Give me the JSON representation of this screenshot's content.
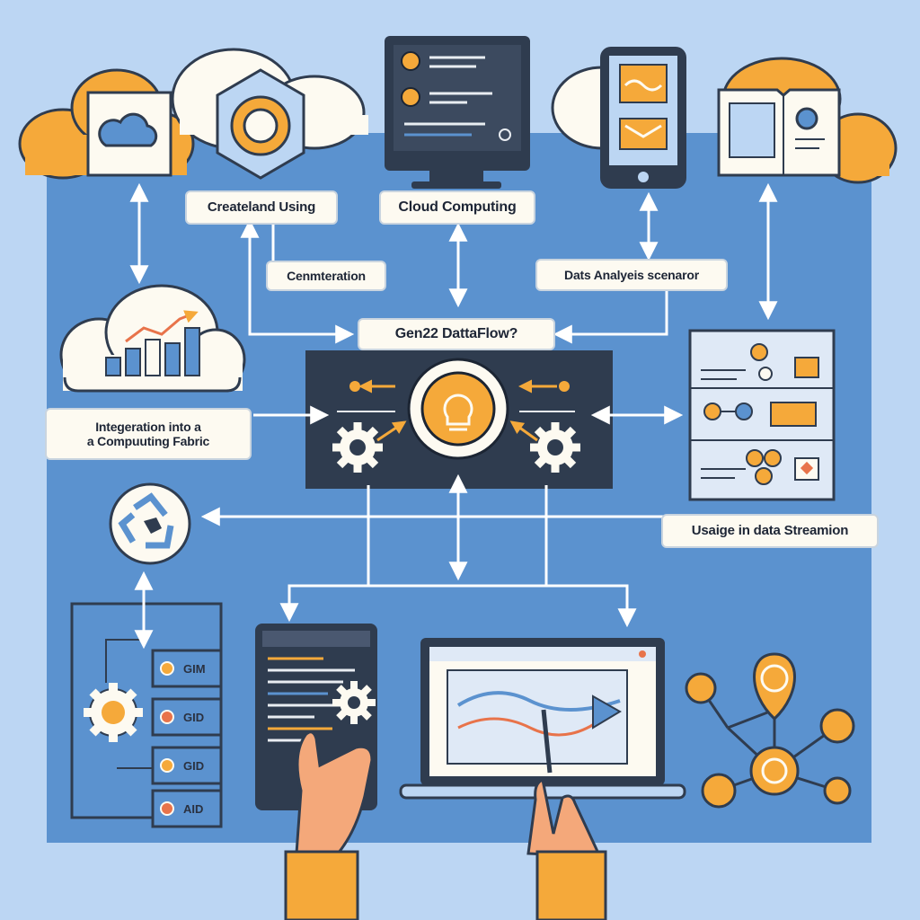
{
  "labels": {
    "create_using": "Createland Using",
    "cloud_computing": "Cloud Computing",
    "configuration": "Cenmteration",
    "data_analysis": "Dats Analyeis scenaror",
    "dataflow_title": "Gen22 DattaFlow?",
    "integration": "Integeration into a\na Compuuting Fabric",
    "usage": "Usaige in data Streamion"
  },
  "gid_list": [
    "GIM",
    "GID",
    "GID",
    "AID"
  ],
  "colors": {
    "background": "#bcd6f3",
    "panel": "#5b92cf",
    "dark": "#2f3c4f",
    "accent": "#f5a93a",
    "cream": "#fdfaf1"
  },
  "icons": [
    "cloud-icon",
    "gear-icon",
    "monitor-icon",
    "tablet-icon",
    "book-icon",
    "bar-chart-icon",
    "lightbulb-icon",
    "recycle-icon",
    "laptop-icon",
    "network-icon",
    "hand-icon"
  ]
}
